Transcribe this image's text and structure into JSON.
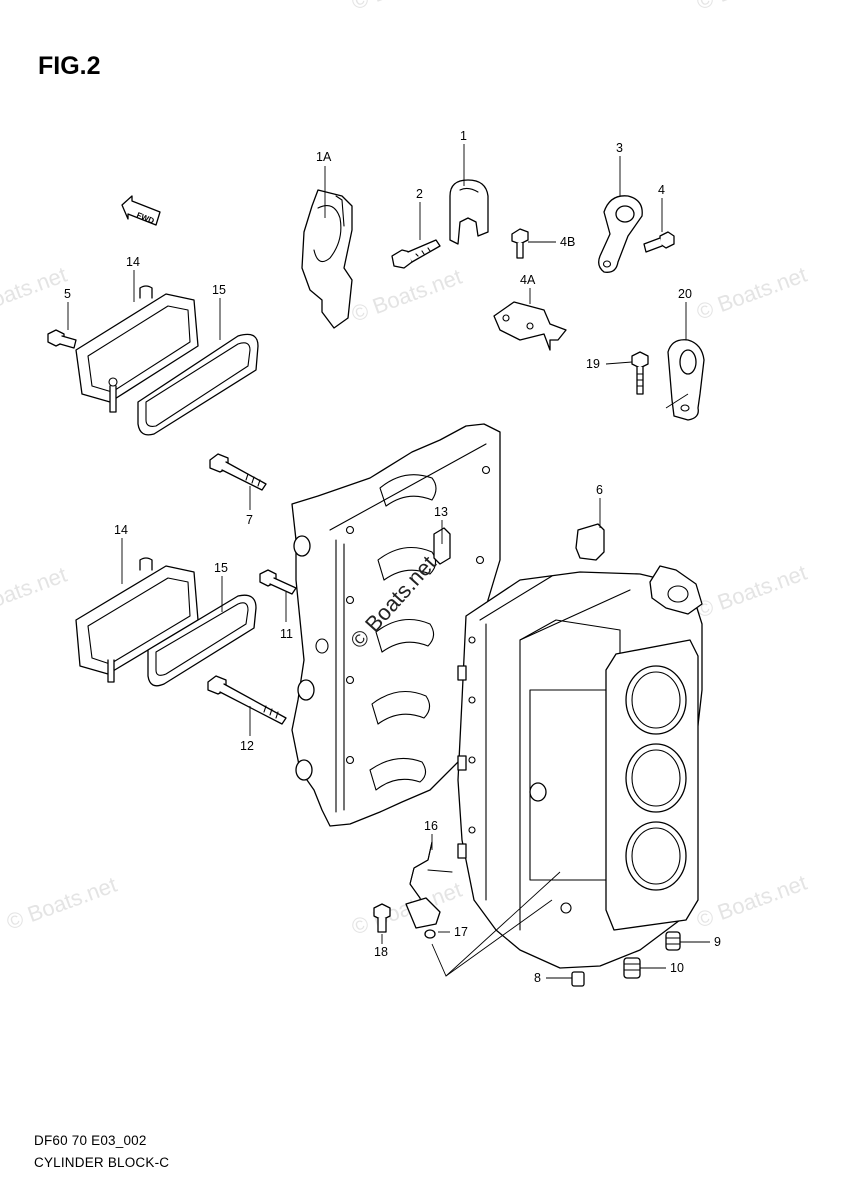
{
  "figure_title": "FIG.2",
  "diagram_code": "DF60 70 E03_002",
  "diagram_name": "CYLINDER BLOCK-C",
  "fwd_label": "FWD",
  "watermark_text": "© Boats.net",
  "center_watermark_text": "© Boats.net",
  "part_labels": {
    "p1A": "1A",
    "p1": "1",
    "p2": "2",
    "p3": "3",
    "p4": "4",
    "p4B": "4B",
    "p4A": "4A",
    "p5": "5",
    "p14a": "14",
    "p15a": "15",
    "p20": "20",
    "p19": "19",
    "p7": "7",
    "p13": "13",
    "p6": "6",
    "p14b": "14",
    "p15b": "15",
    "p11": "11",
    "p12": "12",
    "p16": "16",
    "p17": "17",
    "p18": "18",
    "p8": "8",
    "p9": "9",
    "p10": "10"
  }
}
